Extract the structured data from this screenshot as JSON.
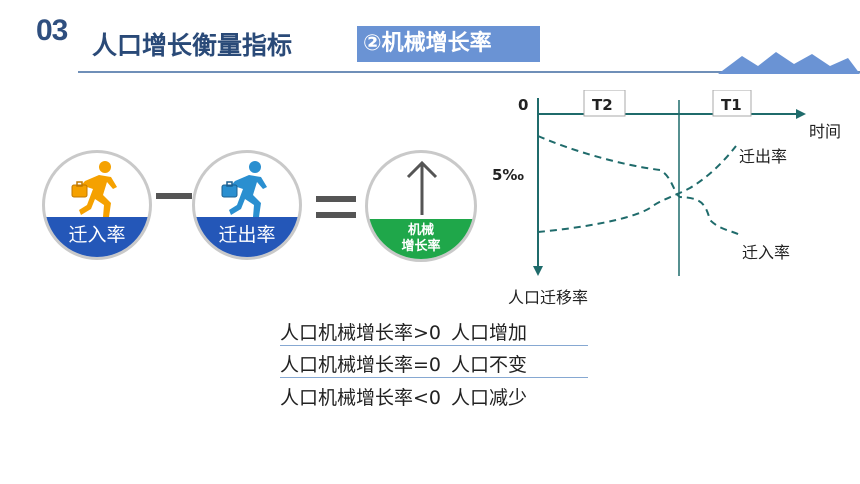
{
  "header": {
    "section_number": "03",
    "title": "人口增长衡量指标",
    "subtitle": "②机械增长率"
  },
  "equation": {
    "in_label": "迁入率",
    "out_label": "迁出率",
    "result_label_line1": "机械",
    "result_label_line2": "增长率",
    "minus": "—",
    "equals": "="
  },
  "graph": {
    "origin_label": "0",
    "x_axis_label": "时间",
    "y_axis_label": "人口迁移率",
    "y_tick_label": "5‰",
    "period_labels": [
      "T2",
      "T1"
    ],
    "series_labels": [
      "迁出率",
      "迁入率"
    ]
  },
  "formulas": [
    {
      "expr": "人口机械增长率>0",
      "result": "人口增加"
    },
    {
      "expr": "人口机械增长率=0",
      "result": "人口不变"
    },
    {
      "expr": "人口机械增长率<0",
      "result": "人口减少"
    }
  ],
  "colors": {
    "title": "#2a4a78",
    "badge": "#6a93d4",
    "band_blue": "#2457b8",
    "band_green": "#1fa74a",
    "axis": "#1f6b6b",
    "runner_orange": "#f5a100",
    "runner_blue": "#2a8fd0"
  }
}
